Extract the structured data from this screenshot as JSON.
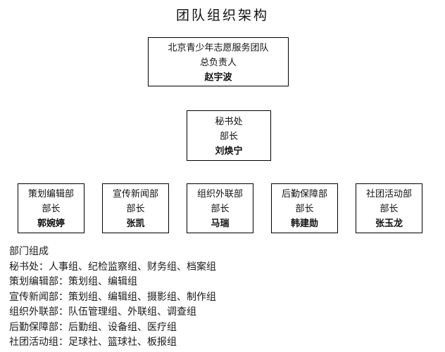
{
  "page": {
    "title": "团队组织架构",
    "background_color": "#ffffff",
    "text_color": "#111111",
    "border_color": "#000000"
  },
  "org_chart": {
    "root": {
      "org": "北京青少年志愿服务团队",
      "role": "总负责人",
      "name": "赵宇波"
    },
    "level2": [
      {
        "org": "秘书处",
        "role": "部长",
        "name": "刘焕宁"
      }
    ],
    "level3": [
      {
        "org": "策划编辑部",
        "role": "部长",
        "name": "郭婉婷"
      },
      {
        "org": "宣传新闻部",
        "role": "部长",
        "name": "张凯"
      },
      {
        "org": "组织外联部",
        "role": "部长",
        "name": "马瑞"
      },
      {
        "org": "后勤保障部",
        "role": "部长",
        "name": "韩建勋"
      },
      {
        "org": "社团活动部",
        "role": "部长",
        "name": "张玉龙"
      }
    ]
  },
  "composition": {
    "heading": "部门组成",
    "lines": [
      "秘书处：人事组、纪检监察组、财务组、档案组",
      "策划编辑部：策划组、编辑组",
      "宣传新闻部：策划组、编辑组、摄影组、制作组",
      "组织外联部：队伍管理组、外联组、调查组",
      "后勤保障部：后勤组、设备组、医疗组",
      "社团活动组：足球社、篮球社、板报组"
    ]
  }
}
